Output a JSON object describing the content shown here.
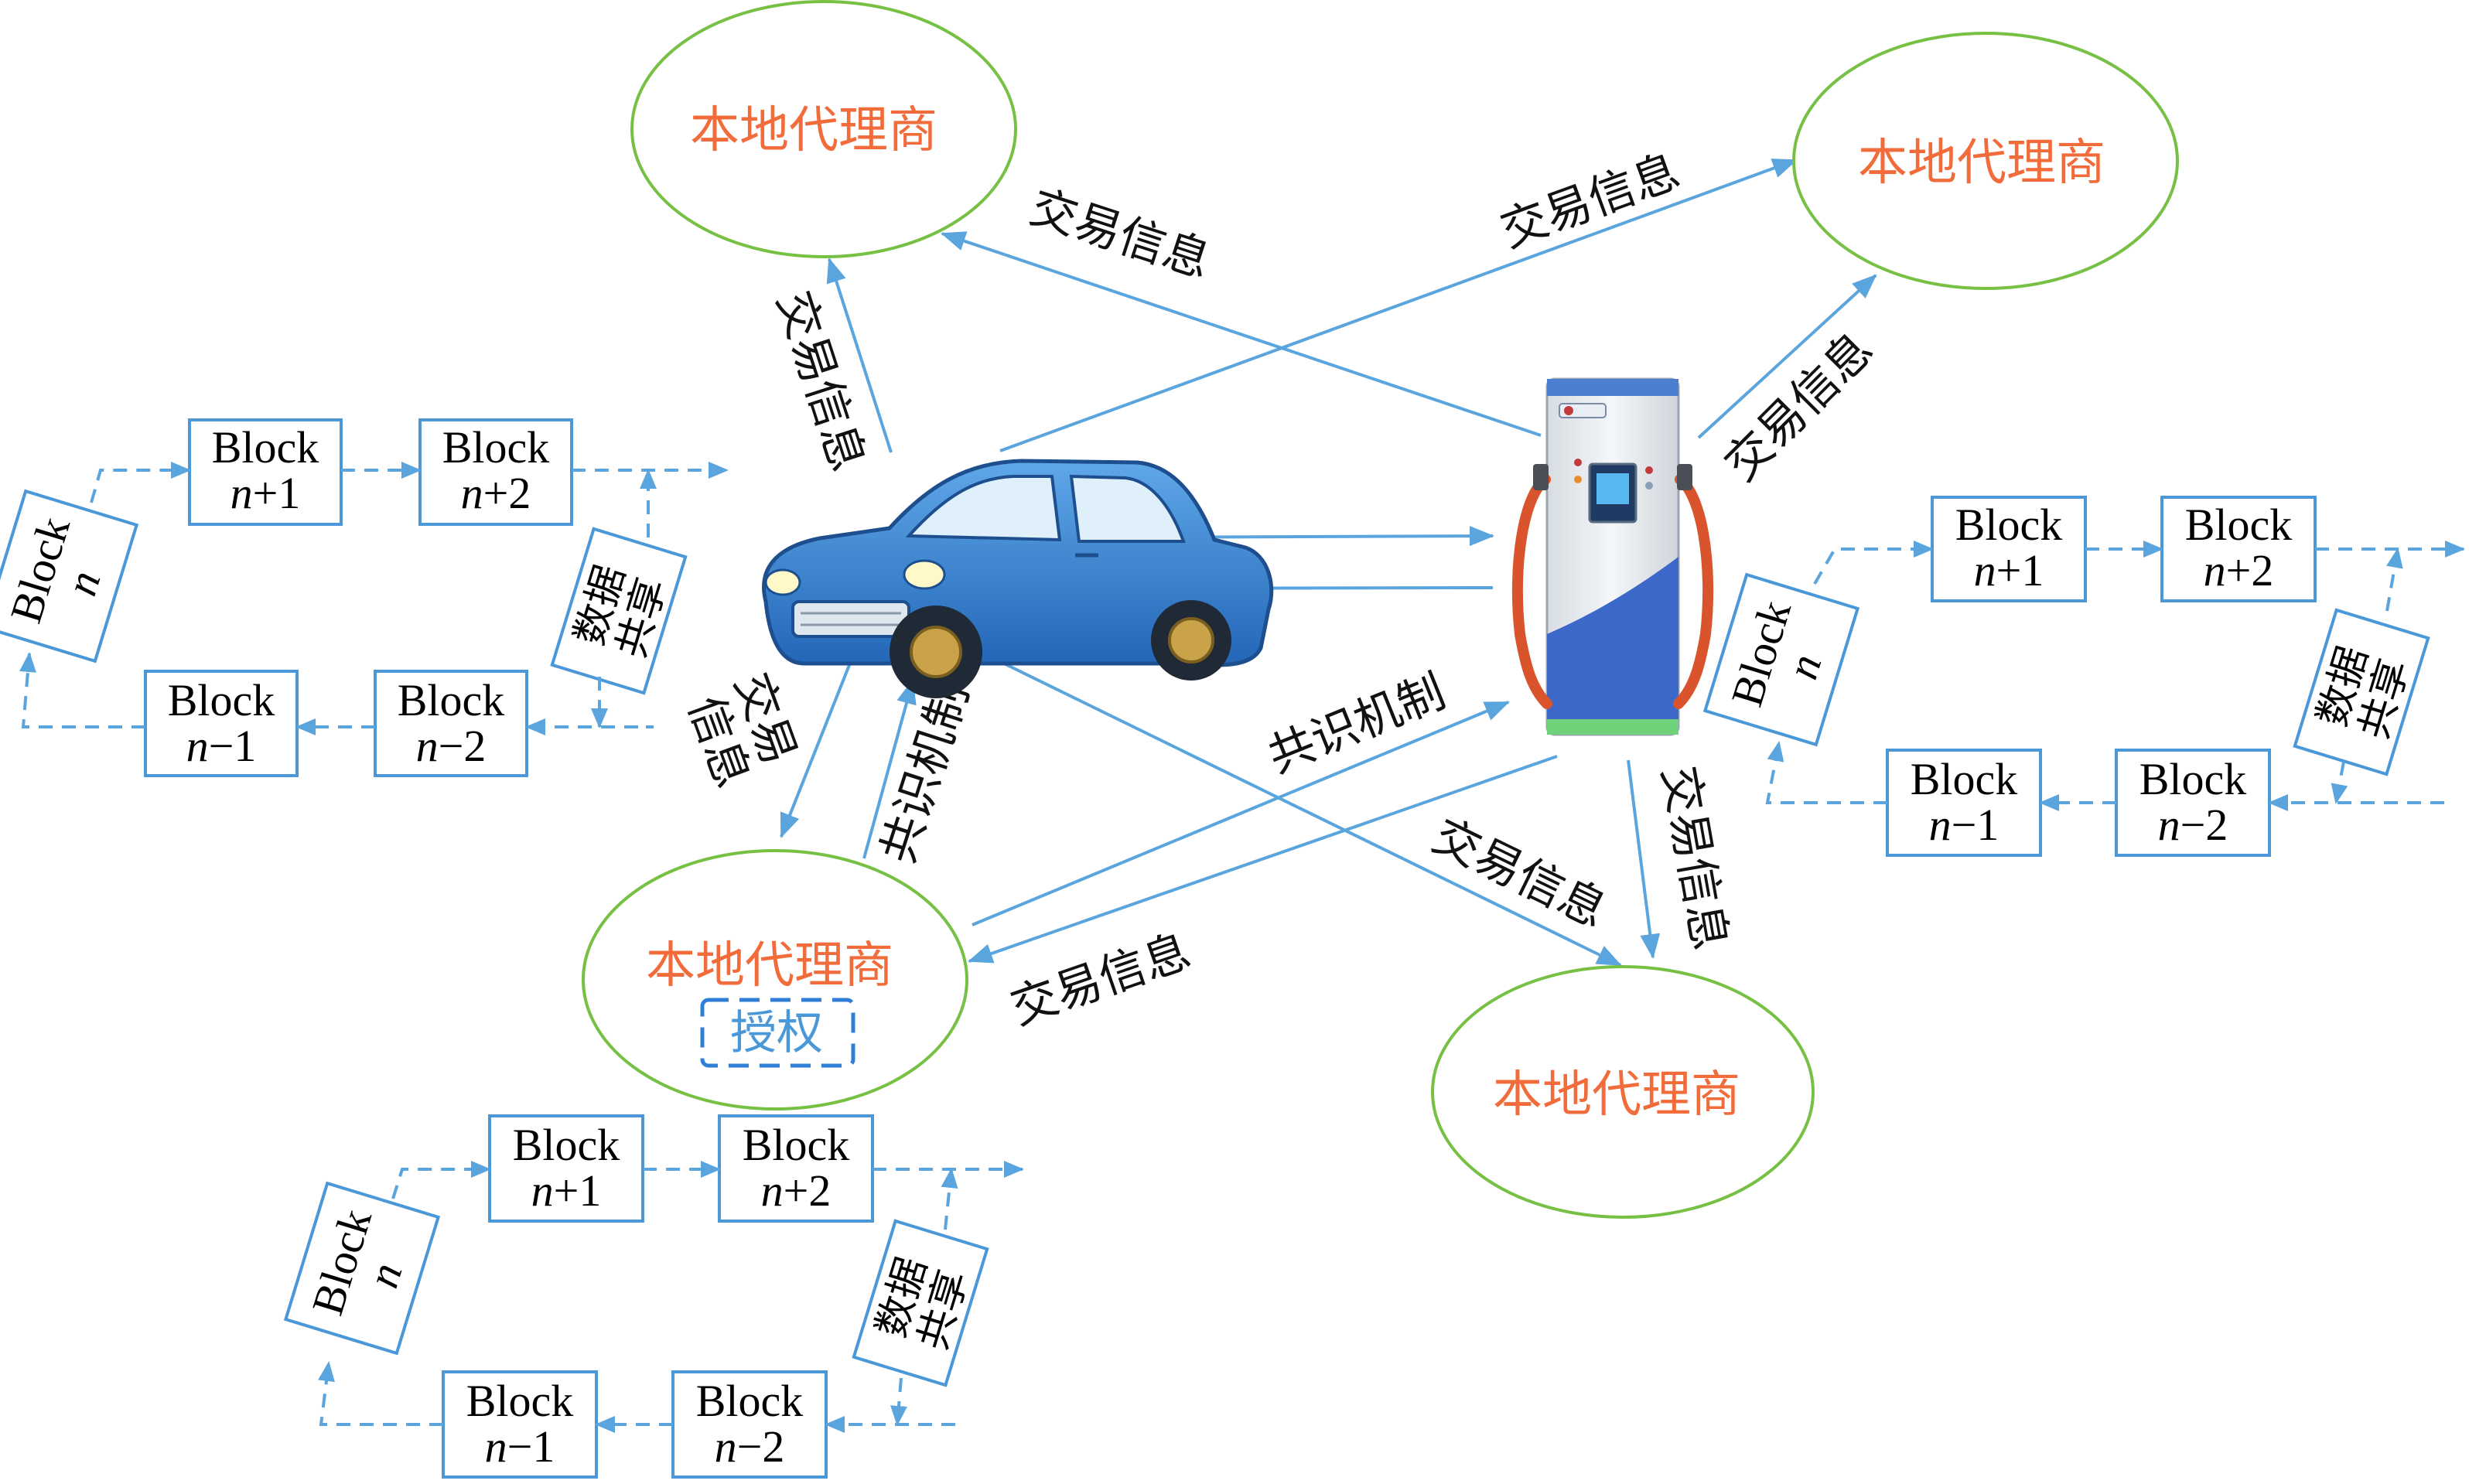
{
  "agents": [
    {
      "name": "本地代理商"
    },
    {
      "name": "本地代理商"
    },
    {
      "name": "本地代理商",
      "badge": "授权"
    },
    {
      "name": "本地代理商"
    }
  ],
  "edge_labels": {
    "tx": "交易信息",
    "consensus": "共识机制",
    "tx_split_1": "交易",
    "tx_split_2": "信息"
  },
  "blockchain": {
    "block_word": "Block",
    "n": "n",
    "n_plus_1": "+1",
    "n_plus_2": "+2",
    "n_minus_1": "−1",
    "n_minus_2": "−2",
    "share_line1": "数据",
    "share_line2": "共享"
  },
  "icons": [
    "electric-car-icon",
    "charging-pile-icon"
  ],
  "colors": {
    "agent_ellipse": "#76c043",
    "agent_text": "#f26b3a",
    "arrow": "#5aa5de",
    "block_border": "#4a98d8",
    "label_text": "#111111",
    "badge_border": "#2f7fd6",
    "badge_text": "#4a98d8"
  }
}
